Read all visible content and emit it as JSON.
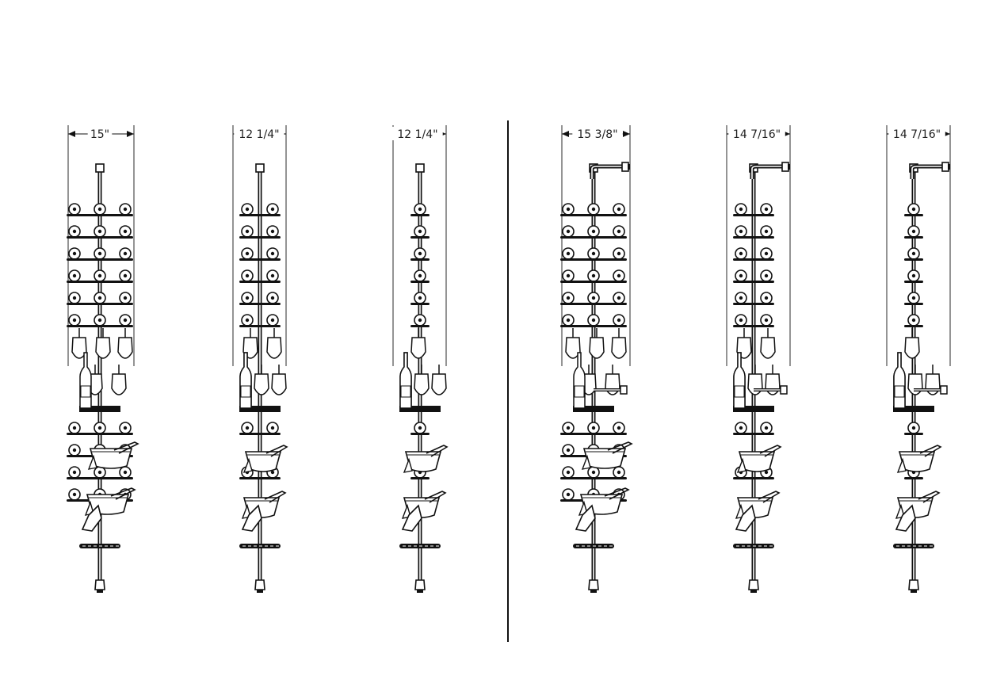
{
  "diagram": {
    "title": "",
    "racks": [
      {
        "id": "rack-1",
        "width_label": "15\"",
        "columns": 3,
        "arm": false
      },
      {
        "id": "rack-2",
        "width_label": "12 1/4\"",
        "columns": 2,
        "arm": false
      },
      {
        "id": "rack-3",
        "width_label": "12 1/4\"",
        "columns": 1,
        "arm": false
      },
      {
        "id": "rack-4",
        "width_label": "15 3/8\"",
        "columns": 3,
        "arm": true
      },
      {
        "id": "rack-5",
        "width_label": "14 7/16\"",
        "columns": 2,
        "arm": true
      },
      {
        "id": "rack-6",
        "width_label": "14 7/16\"",
        "columns": 1,
        "arm": true
      }
    ]
  }
}
